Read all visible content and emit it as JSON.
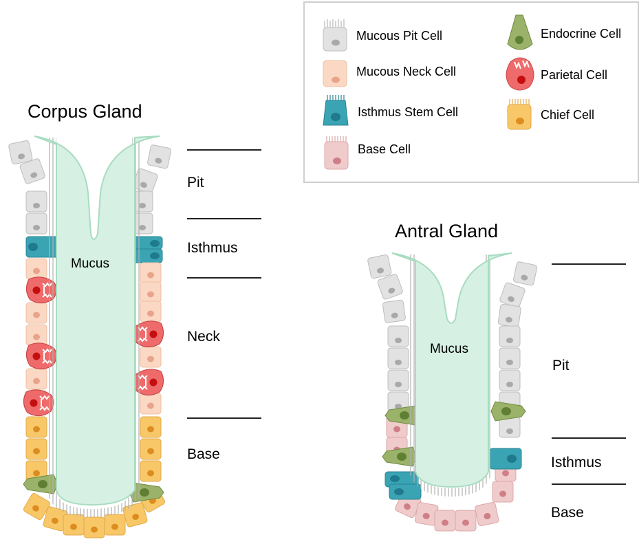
{
  "legend": {
    "items": [
      {
        "label": "Mucous Pit Cell",
        "cell": "pit",
        "color": "#e2e2e2"
      },
      {
        "label": "Mucous Neck Cell",
        "cell": "neck",
        "color": "#fbd8c3"
      },
      {
        "label": "Isthmus Stem Cell",
        "cell": "stem",
        "color": "#3aa4b4"
      },
      {
        "label": "Base Cell",
        "cell": "base",
        "color": "#f0cbcb"
      },
      {
        "label": "Endocrine Cell",
        "cell": "endocrine",
        "color": "#9bb26a"
      },
      {
        "label": "Parietal Cell",
        "cell": "parietal",
        "color": "#ef6b6b"
      },
      {
        "label": "Chief Cell",
        "cell": "chief",
        "color": "#f8c868"
      }
    ]
  },
  "corpus": {
    "title": "Corpus Gland",
    "lumen_label": "Mucus",
    "zones": [
      "Pit",
      "Isthmus",
      "Neck",
      "Base"
    ]
  },
  "antral": {
    "title": "Antral Gland",
    "lumen_label": "Mucus",
    "zones": [
      "Pit",
      "Isthmus",
      "Base"
    ]
  },
  "colors": {
    "lumen": "#d6f0e4",
    "lumen_stroke": "#a8dcc0",
    "pit_cell": "#e2e2e2",
    "neck_cell": "#fbd8c3",
    "stem_cell": "#3aa4b4",
    "base_cell": "#f0cbcb",
    "endocrine_cell": "#9bb26a",
    "parietal_cell": "#ef6b6b",
    "chief_cell": "#f8c868"
  }
}
